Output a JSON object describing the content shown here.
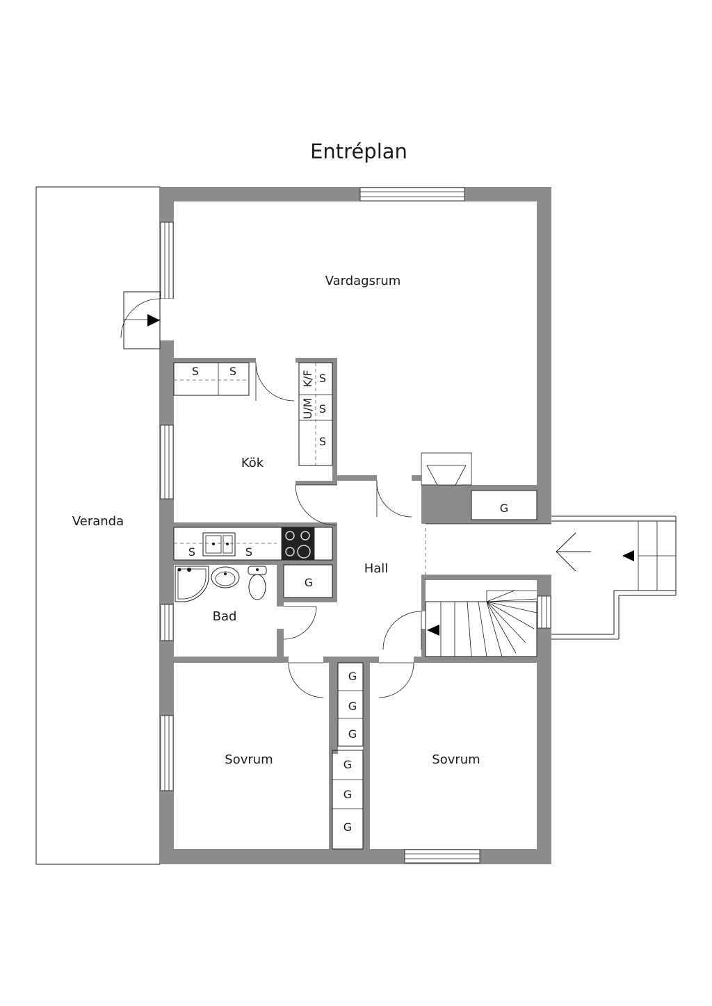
{
  "plan": {
    "title": "Entréplan",
    "rooms": {
      "vardagsrum": "Vardagsrum",
      "kok": "Kök",
      "veranda": "Veranda",
      "hall": "Hall",
      "bad": "Bad",
      "sovrum_left": "Sovrum",
      "sovrum_right": "Sovrum"
    },
    "codes": {
      "storage": "S",
      "wardrobe": "G",
      "fridge": "K/F",
      "dishwasher": "U/M"
    }
  }
}
